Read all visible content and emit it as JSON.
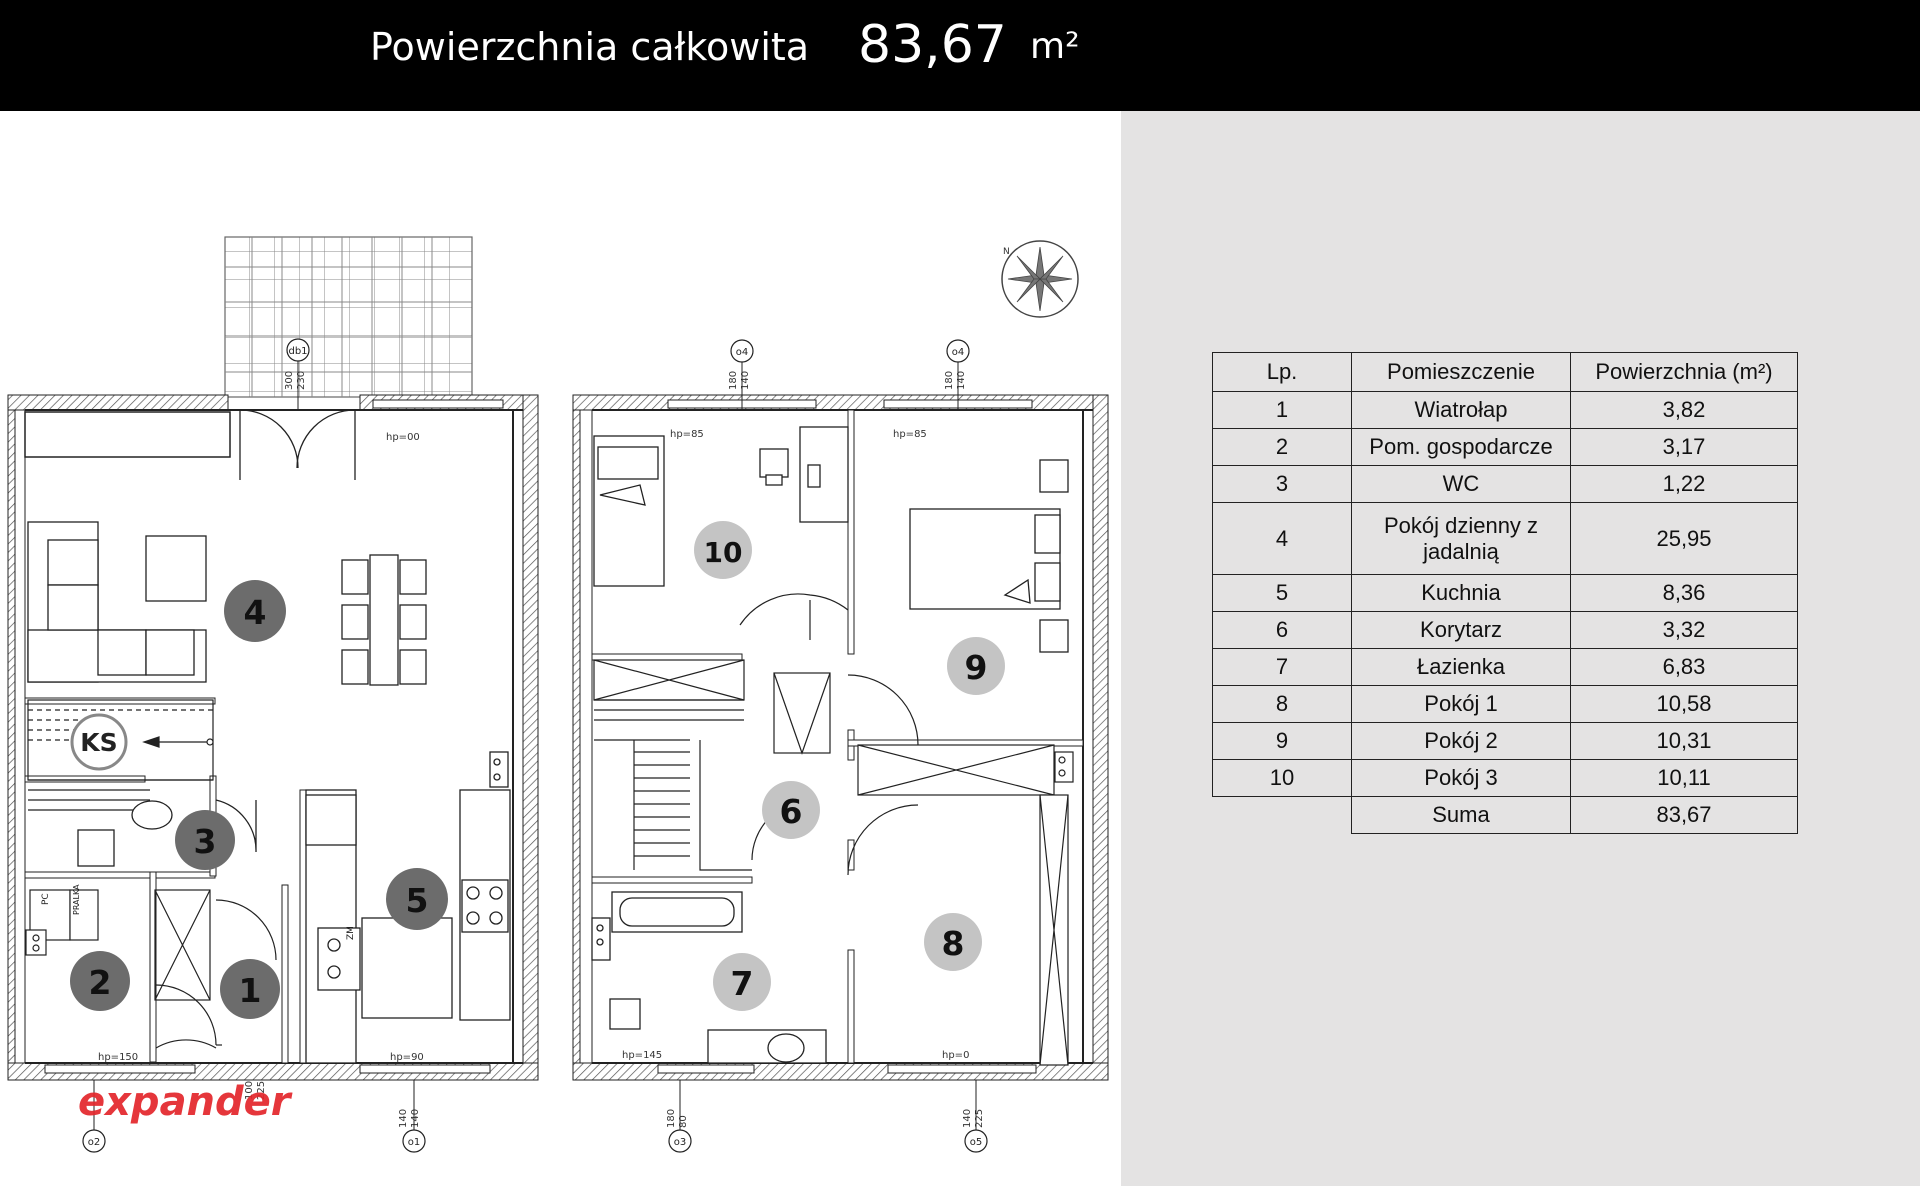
{
  "header": {
    "label": "Powierzchnia całkowita",
    "value": "83,67",
    "unit": "m²"
  },
  "plan": {
    "ground_floor": {
      "rooms": [
        {
          "number": "1"
        },
        {
          "number": "2"
        },
        {
          "number": "3"
        },
        {
          "number": "4"
        },
        {
          "number": "5"
        },
        {
          "label": "KS"
        }
      ],
      "annotations": {
        "hp_terrace": "hp=00",
        "hp_left_window": "hp=150",
        "hp_bottom_window": "hp=90",
        "dim_terrace": "300",
        "dim_terrace_2": "230",
        "dim_o1": "140",
        "dim_o1_2": "140",
        "dim_door": "100",
        "dim_door_2": "225",
        "appliance": "ZM",
        "boiler": "PC",
        "washer": "PRALKA"
      },
      "window_tags": [
        "db1",
        "o1",
        "o2"
      ]
    },
    "first_floor": {
      "rooms": [
        {
          "number": "6"
        },
        {
          "number": "7"
        },
        {
          "number": "8"
        },
        {
          "number": "9"
        },
        {
          "number": "10"
        }
      ],
      "annotations": {
        "hp_room10": "hp=85",
        "hp_room9": "hp=85",
        "hp_bath": "hp=145",
        "hp_room8": "hp=0",
        "dim_o4a": "180",
        "dim_o4a_2": "140",
        "dim_o4b": "180",
        "dim_o4b_2": "140",
        "dim_o3": "180",
        "dim_o3_2": "80",
        "dim_o5": "140",
        "dim_o5_2": "225"
      },
      "window_tags": [
        "o4",
        "o4",
        "o3",
        "o5"
      ]
    },
    "compass_label": "N",
    "brand": "expander",
    "colors": {
      "room_badge_dark": "#6c6c6c",
      "room_badge_light": "#c4c4c4",
      "brand_red": "#e3262b"
    }
  },
  "area_table": {
    "headers": [
      "Lp.",
      "Pomieszczenie",
      "Powierzchnia (m²)"
    ],
    "rows": [
      {
        "lp": "1",
        "name": "Wiatrołap",
        "area": "3,82"
      },
      {
        "lp": "2",
        "name": "Pom. gospodarcze",
        "area": "3,17"
      },
      {
        "lp": "3",
        "name": "WC",
        "area": "1,22"
      },
      {
        "lp": "4",
        "name": "Pokój dzienny z jadalnią",
        "area": "25,95"
      },
      {
        "lp": "5",
        "name": "Kuchnia",
        "area": "8,36"
      },
      {
        "lp": "6",
        "name": "Korytarz",
        "area": "3,32"
      },
      {
        "lp": "7",
        "name": "Łazienka",
        "area": "6,83"
      },
      {
        "lp": "8",
        "name": "Pokój 1",
        "area": "10,58"
      },
      {
        "lp": "9",
        "name": "Pokój 2",
        "area": "10,31"
      },
      {
        "lp": "10",
        "name": "Pokój 3",
        "area": "10,11"
      }
    ],
    "sum_label": "Suma",
    "sum_value": "83,67"
  }
}
